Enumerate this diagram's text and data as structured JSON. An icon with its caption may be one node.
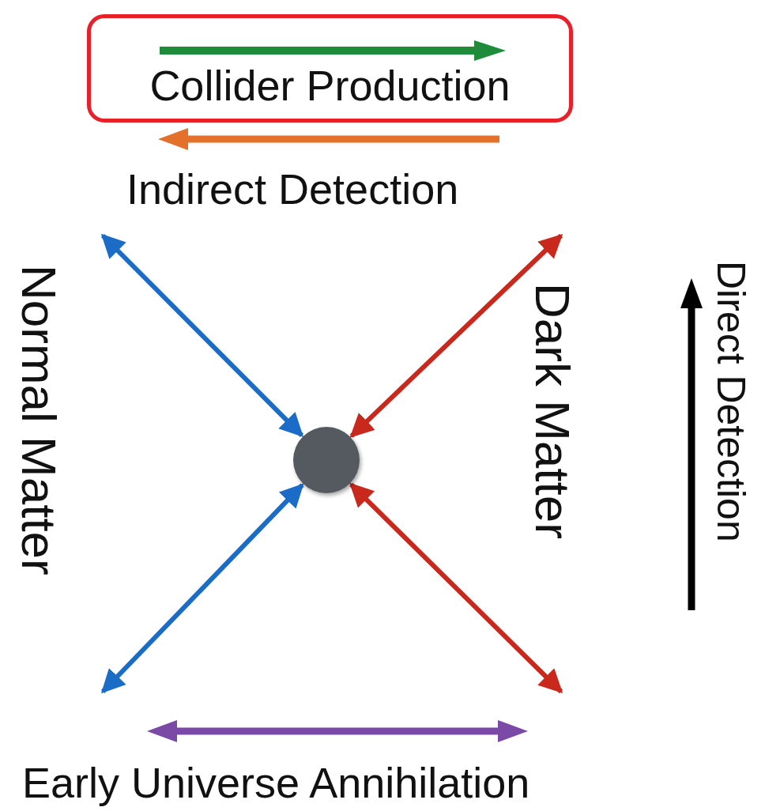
{
  "diagram": {
    "nodes": [
      {
        "text": [
          "Collider Production"
        ]
      },
      {
        "text": [],
        "shape": "circle"
      }
    ],
    "edges": [
      {
        "from": null,
        "to": 1,
        "arrow": "both",
        "color": "#1a6cc6"
      },
      {
        "from": null,
        "to": 1,
        "arrow": "both",
        "color": "#c9281c"
      },
      {
        "from": null,
        "to": 1,
        "arrow": "both",
        "color": "#1a6cc6"
      },
      {
        "from": null,
        "to": 1,
        "arrow": "both",
        "color": "#c9281c"
      }
    ],
    "labels": [
      "Indirect Detection",
      "Normal Matter",
      "Dark Matter",
      "Direct Detection",
      "Early Universe Annihilation"
    ]
  }
}
